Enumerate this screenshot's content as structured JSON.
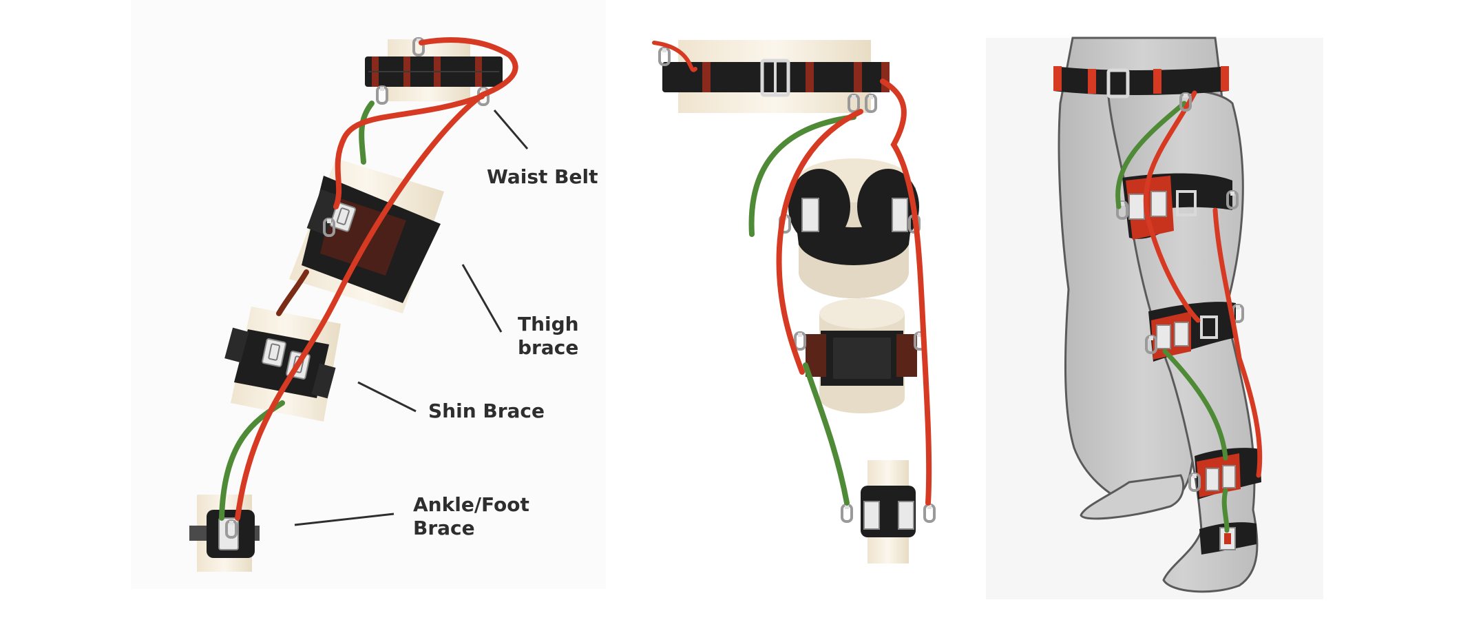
{
  "labels": {
    "waist_belt": "Waist Belt",
    "thigh_brace": "Thigh\nbrace",
    "shin_brace": "Shin Brace",
    "ankle_foot_brace": "Ankle/Foot\nBrace"
  },
  "colors": {
    "red_band": "#d63a22",
    "green_band": "#4f8a36",
    "strap": "#1e1e1e",
    "pad": "#f3ead8",
    "leg": "#c9c9c9",
    "leg_outline": "#5a5a5a",
    "metal": "#d9d9d9",
    "label_text": "#2e2e2e",
    "leader_line": "#2e2e2e"
  },
  "icons": {
    "buckle": "buckle-icon",
    "carabiner": "carabiner-clip-icon"
  }
}
